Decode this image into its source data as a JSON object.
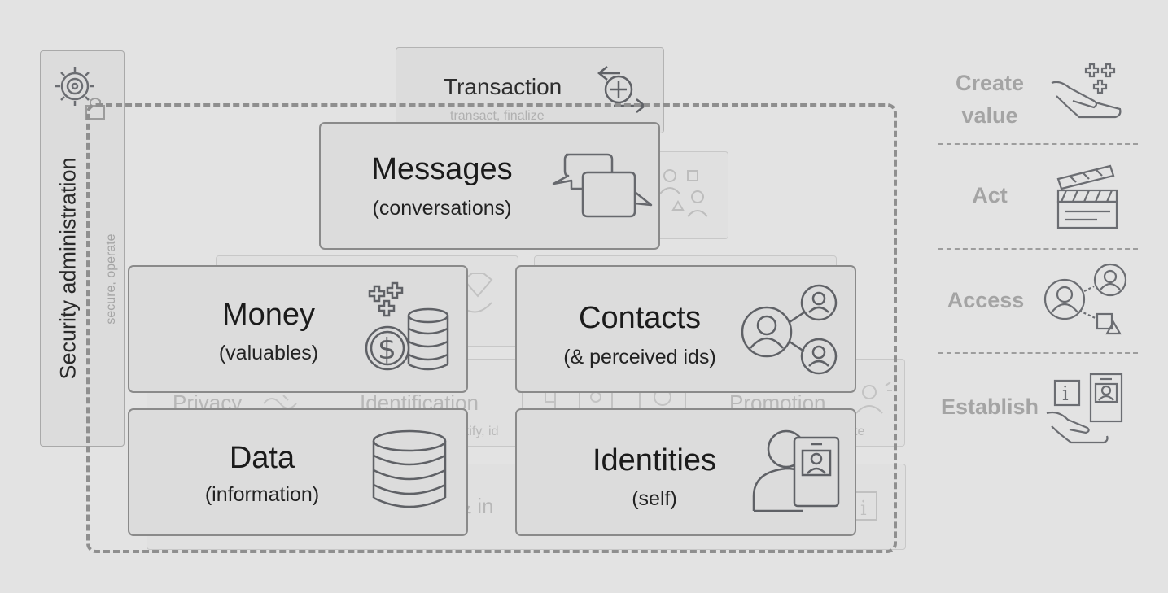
{
  "security": {
    "title": "Security administration",
    "subtitle": "secure, operate",
    "icons": [
      "gear-icon",
      "lock-icon"
    ]
  },
  "transaction": {
    "title": "Transaction",
    "subtitle": "transact, finalize",
    "icon": "exchange-icon"
  },
  "ghosts": {
    "privacy": "Privacy",
    "identification": "Identification",
    "identification_sub": "ntify, id",
    "promotion": "Promotion",
    "promotion_sub": "te",
    "bottom": "g & in"
  },
  "cards": {
    "messages": {
      "title": "Messages",
      "subtitle": "(conversations)",
      "icon": "speech-bubbles-icon"
    },
    "money": {
      "title": "Money",
      "subtitle": "(valuables)",
      "icon": "coins-dollar-icon"
    },
    "contacts": {
      "title": "Contacts",
      "subtitle": "(& perceived ids)",
      "icon": "contacts-network-icon"
    },
    "data": {
      "title": "Data",
      "subtitle": "(information)",
      "icon": "database-icon"
    },
    "identities": {
      "title": "Identities",
      "subtitle": "(self)",
      "icon": "person-id-card-icon"
    }
  },
  "legend": {
    "create": {
      "label_line1": "Create",
      "label_line2": "value",
      "icon": "hand-plus-icon"
    },
    "act": {
      "label": "Act",
      "icon": "clapperboard-icon"
    },
    "access": {
      "label": "Access",
      "icon": "user-network-icon"
    },
    "establish": {
      "label": "Establish",
      "icon": "hand-id-icon"
    }
  },
  "colors": {
    "background": "#e3e3e3",
    "card_border": "#8a8a8a",
    "icon_stroke": "#6b6d72",
    "legend_text": "#a4a4a4"
  }
}
